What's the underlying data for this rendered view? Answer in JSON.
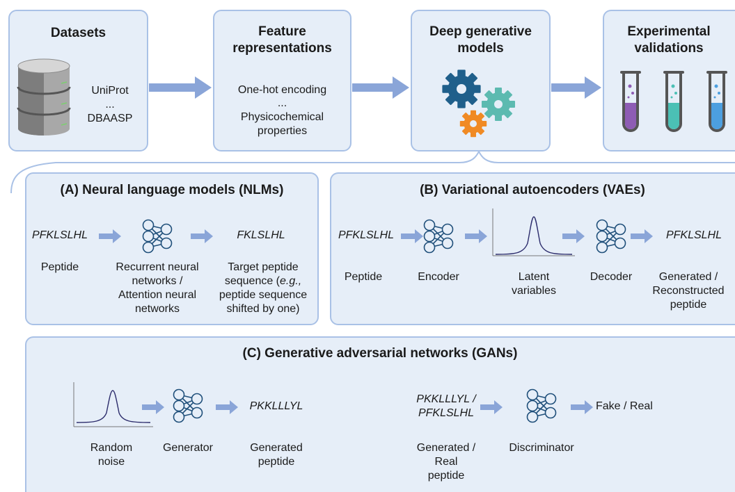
{
  "top": {
    "datasets": {
      "title": "Datasets",
      "line1": "UniProt",
      "line2": "...",
      "line3": "DBAASP"
    },
    "features": {
      "title1": "Feature",
      "title2": "representations",
      "line1": "One-hot encoding",
      "line2": "...",
      "line3": "Physicochemical",
      "line4": "properties"
    },
    "models": {
      "title1": "Deep generative",
      "title2": "models"
    },
    "validation": {
      "title1": "Experimental",
      "title2": "validations"
    }
  },
  "nlm": {
    "title": "(A) Neural language models (NLMs)",
    "input_seq": "PFKLSLHL",
    "input_label": "Peptide",
    "model_label": [
      "Recurrent neural",
      "networks /",
      "Attention neural",
      "networks"
    ],
    "output_seq": "FKLSLHL",
    "output_label_l1": "Target peptide",
    "output_label_l2_pre": "sequence (",
    "output_label_l2_it": "e.g.,",
    "output_label_l3": "peptide sequence",
    "output_label_l4": "shifted by one)"
  },
  "vae": {
    "title": "(B) Variational autoencoders (VAEs)",
    "input_seq": "PFKLSLHL",
    "input_label": "Peptide",
    "encoder_label": "Encoder",
    "latent_label": [
      "Latent",
      "variables"
    ],
    "decoder_label": "Decoder",
    "output_seq": "PFKLSLHL",
    "output_label": [
      "Generated /",
      "Reconstructed",
      "peptide"
    ]
  },
  "gan": {
    "title": "(C) Generative adversarial networks (GANs)",
    "noise_label": [
      "Random",
      "noise"
    ],
    "generator_label": "Generator",
    "gen_seq": "PKKLLLYL",
    "gen_label": [
      "Generated",
      "peptide"
    ],
    "disc_input": [
      "PKKLLLYL /",
      "PFKLSLHL"
    ],
    "disc_input_label": [
      "Generated /",
      "Real",
      "peptide"
    ],
    "disc_label": "Discriminator",
    "output": "Fake / Real"
  },
  "colors": {
    "box_fill": "#e6eef8",
    "box_border": "#a9c1e6",
    "arrow": "#8aa5d8",
    "gear_blue": "#1f5f8b",
    "gear_teal": "#5cbab0",
    "gear_orange": "#f08a24",
    "tube_purple": "#8e5cb4",
    "tube_teal": "#4bc0b5",
    "tube_blue": "#4c9fe0",
    "network": "#1f4f7a",
    "curve": "#2b2b6b"
  }
}
